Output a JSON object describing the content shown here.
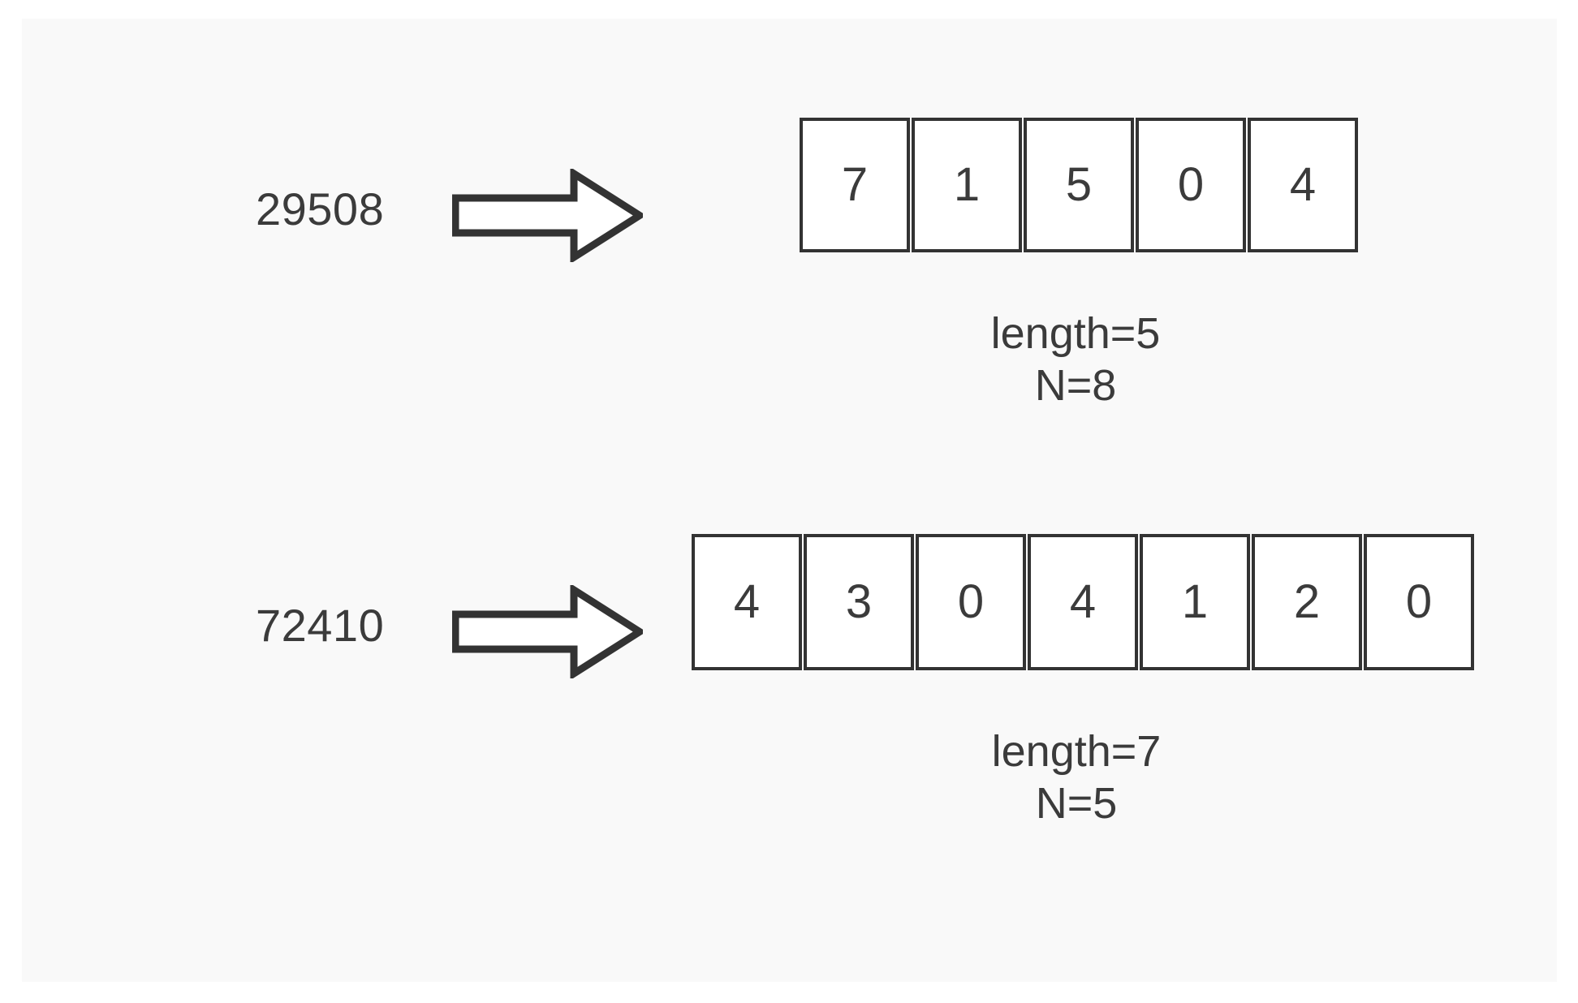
{
  "canvas": {
    "background": "#f9f9f9",
    "outer_background": "#ffffff",
    "ink_color": "#333333",
    "text_color": "#3b3b3b"
  },
  "diagram": {
    "type": "array-representation",
    "rows": [
      {
        "source_number": "29508",
        "arrow": "right-block-arrow",
        "cells": [
          "7",
          "1",
          "5",
          "0",
          "4"
        ],
        "captions": [
          "length=5",
          "N=8"
        ]
      },
      {
        "source_number": "72410",
        "arrow": "right-block-arrow",
        "cells": [
          "4",
          "3",
          "0",
          "4",
          "1",
          "2",
          "0"
        ],
        "captions": [
          "length=7",
          "N=5"
        ]
      }
    ]
  }
}
